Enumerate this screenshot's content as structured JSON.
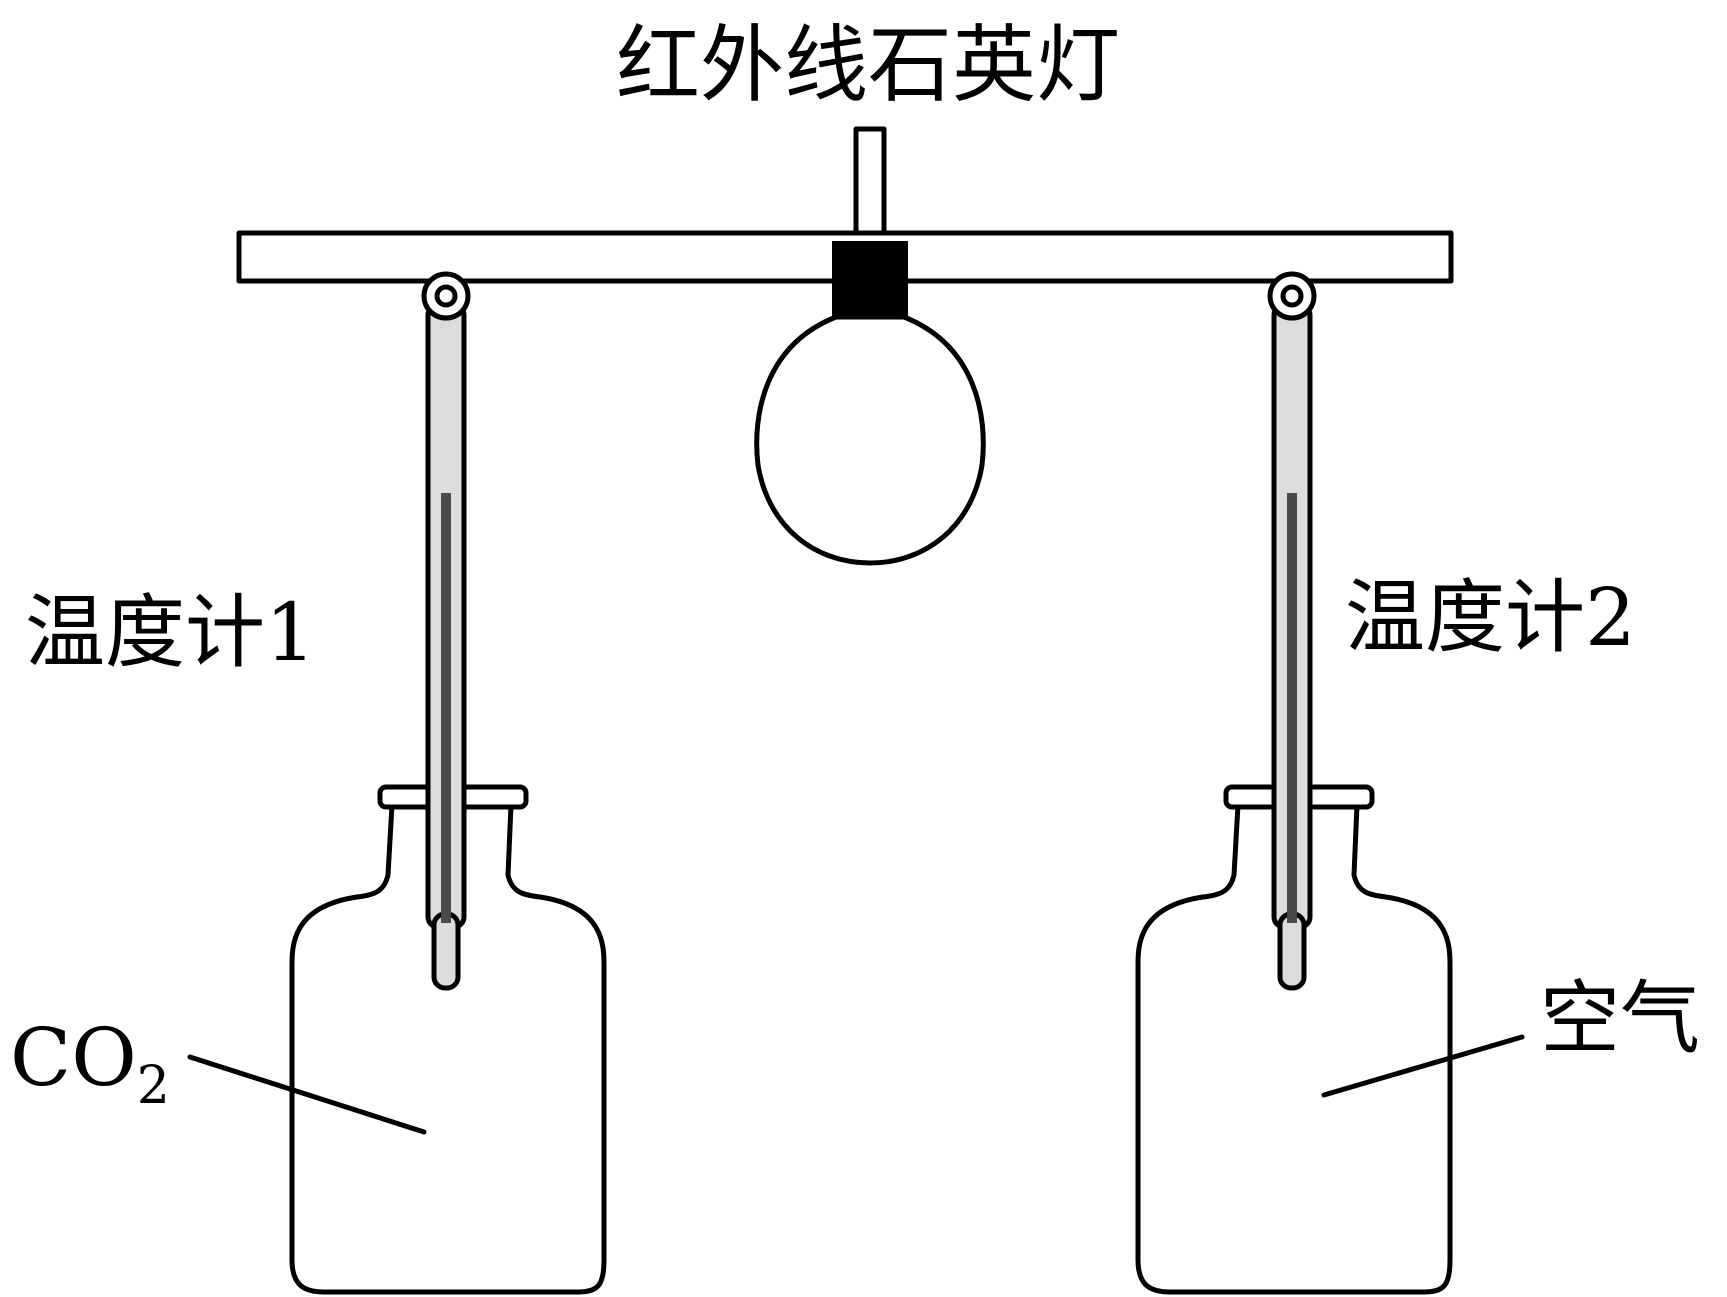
{
  "labels": {
    "lamp": "红外线石英灯",
    "thermometer_1": "温度计1",
    "thermometer_2": "温度计2",
    "co2_main": "CO",
    "co2_sub": "2",
    "air": "空气"
  },
  "colors": {
    "stroke": "#000000",
    "background": "#ffffff",
    "tube_fill": "#dcdcdc",
    "mercury": "#4a4a4a",
    "lamp_socket": "#000000"
  }
}
